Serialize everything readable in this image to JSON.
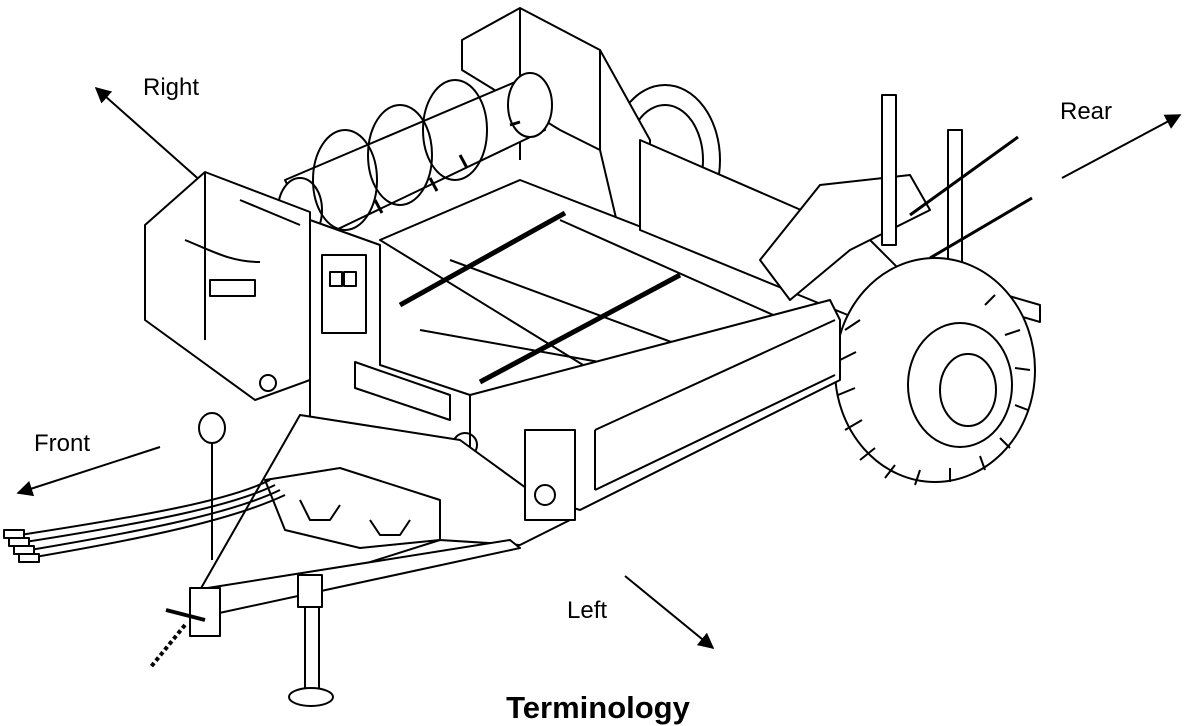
{
  "title": "Terminology",
  "labels": {
    "right": "Right",
    "rear": "Rear",
    "front": "Front",
    "left": "Left"
  }
}
